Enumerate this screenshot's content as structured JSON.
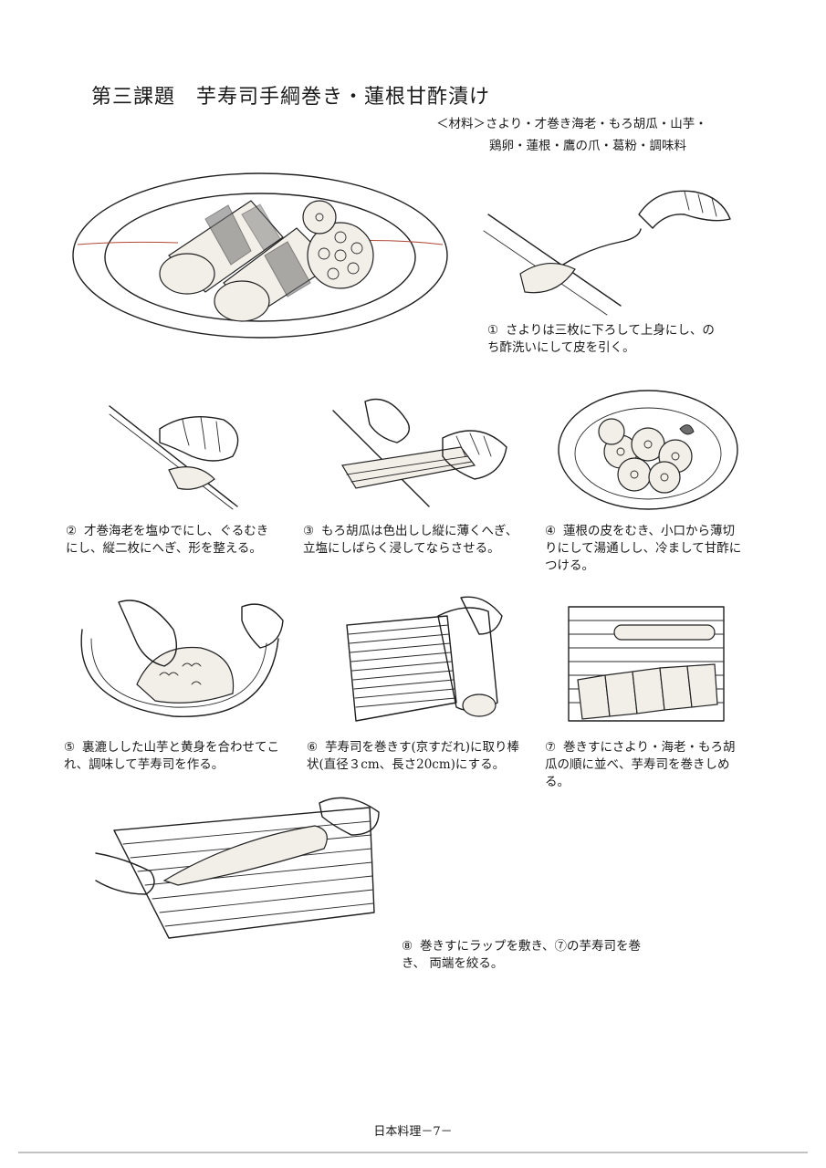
{
  "page": {
    "title": "第三課題　芋寿司手綱巻き・蓮根甘酢漬け",
    "materials": {
      "line1": "＜材料＞さより・才巻き海老・もろ胡瓜・山芋・",
      "line2": "鶏卵・蓮根・鷹の爪・葛粉・調味料"
    },
    "footer": "日本料理－7－"
  },
  "steps": [
    {
      "num": "①",
      "text": "さよりは三枚に下ろして上身にし、のち酢洗いにして皮を引く。"
    },
    {
      "num": "②",
      "text": "才巻海老を塩ゆでにし、ぐるむきにし、縦二枚にへぎ、形を整える。"
    },
    {
      "num": "③",
      "text": "もろ胡瓜は色出しし縦に薄くへぎ、立塩にしばらく浸してならさせる。"
    },
    {
      "num": "④",
      "text": "蓮根の皮をむき、小口から薄切りにして湯通しし、冷まして甘酢につける。"
    },
    {
      "num": "⑤",
      "text": "裏漉しした山芋と黄身を合わせてこれ、調味して芋寿司を作る。"
    },
    {
      "num": "⑥",
      "text": "芋寿司を巻きす(京すだれ)に取り棒状(直径３cm、長さ20cm)にする。"
    },
    {
      "num": "⑦",
      "text": "巻きすにさより・海老・もろ胡瓜の順に並べ、芋寿司を巻きしめる。"
    },
    {
      "num": "⑧",
      "text": "巻きすにラップを敷き、⑦の芋寿司を巻き、 両端を絞る。"
    }
  ]
}
